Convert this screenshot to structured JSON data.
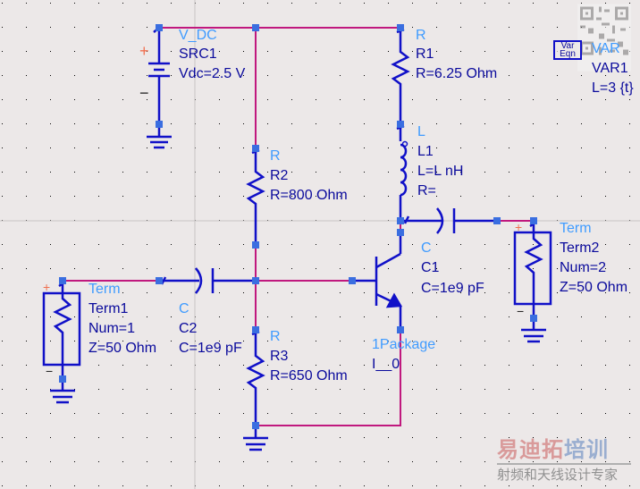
{
  "schematic": {
    "components": {
      "src1": {
        "type": "V_DC",
        "name": "SRC1",
        "params": [
          "Vdc=2.5 V"
        ]
      },
      "r1": {
        "type": "R",
        "name": "R1",
        "params": [
          "R=6.25 Ohm"
        ]
      },
      "l1": {
        "type": "L",
        "name": "L1",
        "params": [
          "L=L nH",
          "R="
        ]
      },
      "r2": {
        "type": "R",
        "name": "R2",
        "params": [
          "R=800 Ohm"
        ]
      },
      "r3": {
        "type": "R",
        "name": "R3",
        "params": [
          "R=650 Ohm"
        ]
      },
      "c1": {
        "type": "C",
        "name": "C1",
        "params": [
          "C=1e9 pF"
        ]
      },
      "c2": {
        "type": "C",
        "name": "C2",
        "params": [
          "C=1e9 pF"
        ]
      },
      "term1": {
        "type": "Term",
        "name": "Term1",
        "params": [
          "Num=1",
          "Z=50 Ohm"
        ]
      },
      "term2": {
        "type": "Term",
        "name": "Term2",
        "params": [
          "Num=2",
          "Z=50 Ohm"
        ]
      },
      "transistor": {
        "type": "1Package",
        "name": "I__0"
      },
      "var1": {
        "type": "VAR",
        "name": "VAR1",
        "params": [
          "L=3 {t}"
        ],
        "icon_line1": "Var",
        "icon_line2": "Eqn"
      }
    },
    "polarity": {
      "plus": "+",
      "minus": "−"
    },
    "colors": {
      "wire": "#c0187e",
      "component": "#1010c8",
      "pin": "#3a6ee0",
      "type_label": "#3f9bff",
      "param_label": "#0a0a9c",
      "plus_sign": "#f07050",
      "grid_dot": "#000000",
      "background": "#ece8e8"
    }
  },
  "watermark": {
    "title_red": "易迪拓",
    "title_blue": "培训",
    "subtitle": "射频和天线设计专家"
  }
}
